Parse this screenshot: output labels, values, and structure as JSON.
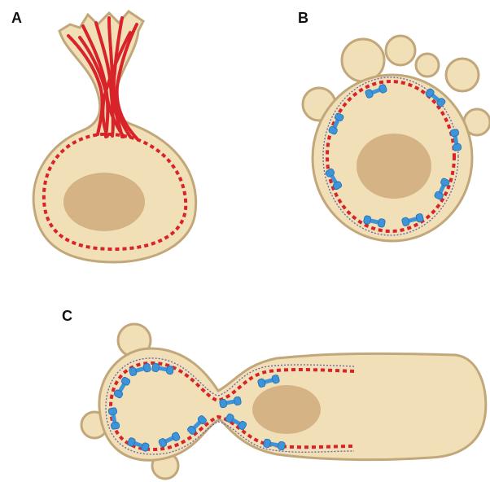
{
  "panels": [
    {
      "id": "A",
      "label": "A"
    },
    {
      "id": "B",
      "label": "B"
    },
    {
      "id": "C",
      "label": "C"
    }
  ],
  "colors": {
    "cytoplasm": "#f1dfb7",
    "outline": "#c2a77b",
    "nucleus": "#d6b385",
    "cortex_red": "#d8232a",
    "membrane_purple": "#6a5fa8",
    "myosin_blue": "#3d94d8",
    "myosin_blue_dark": "#1f6fb4"
  },
  "icons": {
    "actin_cortex": "dashed-red-ring",
    "actin_bundles": "red-filament-strands",
    "myosin": "blue-dumbbell"
  }
}
